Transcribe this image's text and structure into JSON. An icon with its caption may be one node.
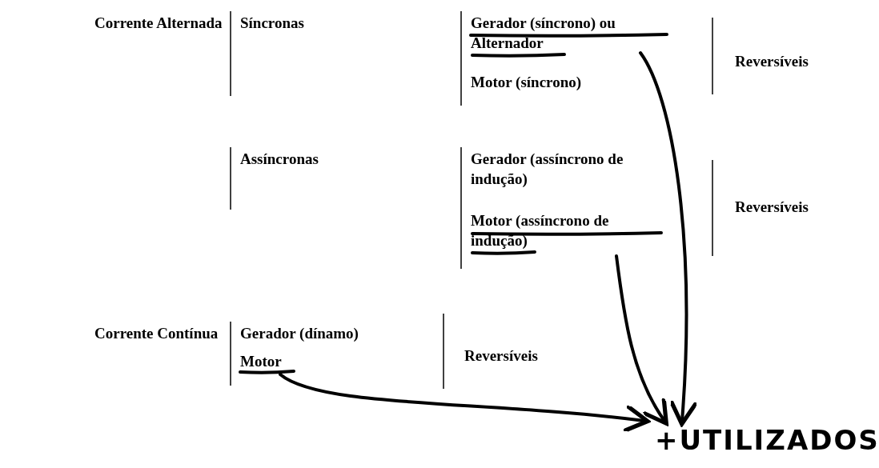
{
  "diagram": {
    "nodes": [
      {
        "text": [
          "Gerador (síncrono) ou Alternador"
        ]
      },
      {
        "text": [
          "Motor (assíncrono de indução)"
        ]
      },
      {
        "text": [
          "Motor"
        ]
      },
      {
        "text": [
          "+UTILIZADOS"
        ]
      }
    ],
    "edges": [
      {
        "from": 0,
        "to": 3,
        "arrow": "to"
      },
      {
        "from": 1,
        "to": 3,
        "arrow": "to"
      },
      {
        "from": 2,
        "to": 3,
        "arrow": "to"
      }
    ],
    "labels": [
      "Corrente Alternada",
      "Síncronas",
      "Motor (síncrono)",
      "Reversíveis",
      "Assíncronas",
      "Gerador (assíncrono de indução)",
      "Reversíveis",
      "Corrente Contínua",
      "Gerador (dínamo)",
      "Reversíveis"
    ]
  }
}
